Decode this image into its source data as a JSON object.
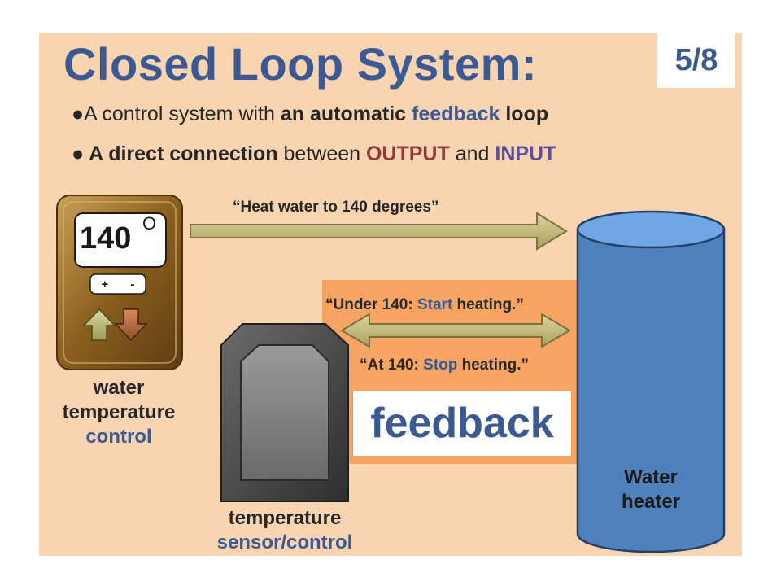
{
  "slide": {
    "title": "Closed Loop System:",
    "page": "5/8"
  },
  "bullets": [
    {
      "marker": "●",
      "parts": [
        {
          "text": "A control system with ",
          "style": "plain"
        },
        {
          "text": "an automatic ",
          "style": "bold"
        },
        {
          "text": "feedback",
          "style": "bold-blue"
        },
        {
          "text": " loop",
          "style": "bold"
        }
      ]
    },
    {
      "marker": "●",
      "parts": [
        {
          "text": " A direct connection",
          "style": "bold"
        },
        {
          "text": " between ",
          "style": "plain"
        },
        {
          "text": "OUTPUT",
          "style": "bold-red"
        },
        {
          "text": " and ",
          "style": "plain"
        },
        {
          "text": "INPUT",
          "style": "bold-purple"
        }
      ]
    }
  ],
  "thermostat": {
    "value": "140",
    "degree_symbol": "O",
    "plus": "+",
    "minus": "-",
    "label_line1": "water",
    "label_line2": "temperature",
    "label_line3": "control"
  },
  "messages": {
    "command": "“Heat water to 140 degrees”",
    "under_prefix": "“Under 140: ",
    "under_action": "Start",
    "under_suffix": " heating.”",
    "at_prefix": "“At 140: ",
    "at_action": "Stop",
    "at_suffix": " heating.”"
  },
  "feedback": {
    "word": "feedback"
  },
  "sensor": {
    "label_line1": "temperature",
    "label_line2": "sensor/control"
  },
  "heater": {
    "label_line1": "Water",
    "label_line2": "heater"
  },
  "colors": {
    "background": "#f9d4b1",
    "accent_blue": "#3b5a94",
    "output_red": "#953a37",
    "input_purple": "#5a4fa0",
    "feedback_orange": "#f5a461",
    "tank_blue": "#4f81bd",
    "arrow_olive": "#c4bd7e"
  }
}
